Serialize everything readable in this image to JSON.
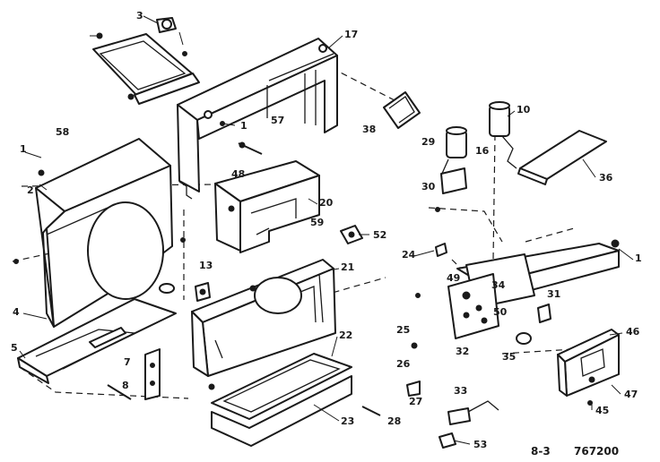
{
  "callouts": {
    "c3": "3",
    "c17": "17",
    "c57": "57",
    "c1a": "1",
    "c38": "38",
    "c10": "10",
    "c58": "58",
    "c1b": "1",
    "c48": "48",
    "c2": "2",
    "c20": "20",
    "c59": "59",
    "c52": "52",
    "c29": "29",
    "c16": "16",
    "c30": "30",
    "c36": "36",
    "c24": "24",
    "c13": "13",
    "c21": "21",
    "c5": "5",
    "c4": "4",
    "c1c": "1",
    "c49": "49",
    "c34": "34",
    "c31": "31",
    "c50": "50",
    "c25": "25",
    "c26": "26",
    "c32": "32",
    "c35": "35",
    "c46": "46",
    "c22": "22",
    "c7": "7",
    "c8": "8",
    "c23": "23",
    "c27": "27",
    "c28": "28",
    "c33": "33",
    "c53": "53",
    "c47": "47",
    "c45": "45"
  },
  "footer": {
    "figure_ref": "8-3",
    "part_number": "767200"
  },
  "colors": {
    "ink": "#1a1a1a",
    "paper": "#ffffff"
  }
}
